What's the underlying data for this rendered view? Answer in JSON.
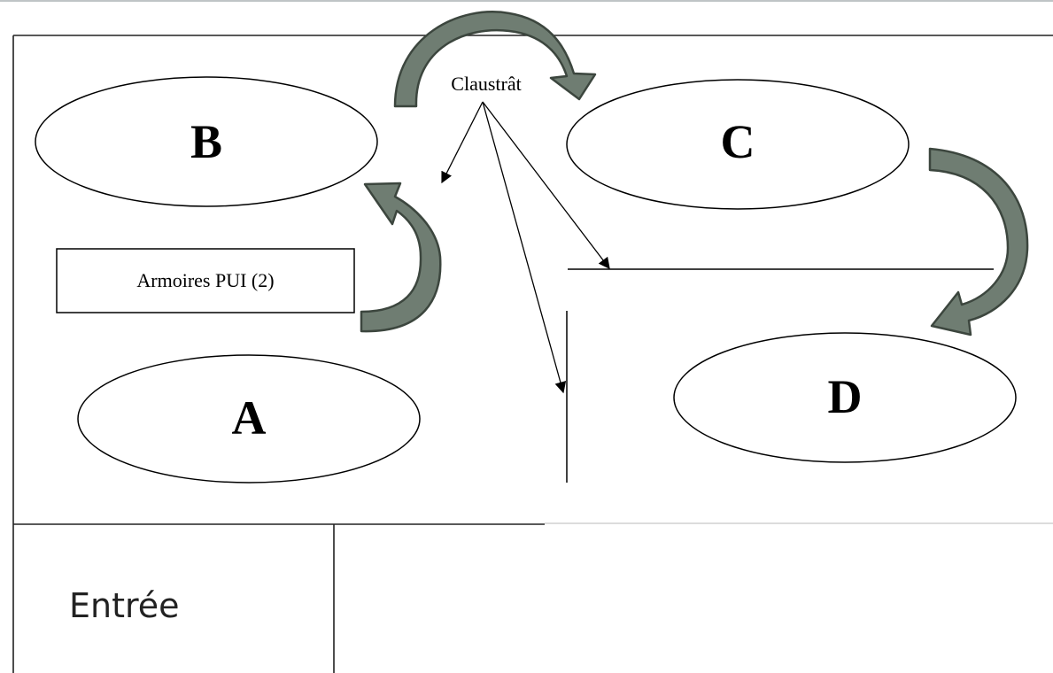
{
  "diagram": {
    "zones": [
      {
        "id": "A",
        "label": "A"
      },
      {
        "id": "B",
        "label": "B"
      },
      {
        "id": "C",
        "label": "C"
      },
      {
        "id": "D",
        "label": "D"
      }
    ],
    "claustrat_label": "Claustrât",
    "armoires_label": "Armoires PUI (2)",
    "entree_label": "Entrée",
    "colors": {
      "flow_arrow_fill": "#6f7d72",
      "flow_arrow_edge": "#3c463e",
      "stroke": "#000000",
      "top_rule": "#bfc4c6"
    }
  }
}
